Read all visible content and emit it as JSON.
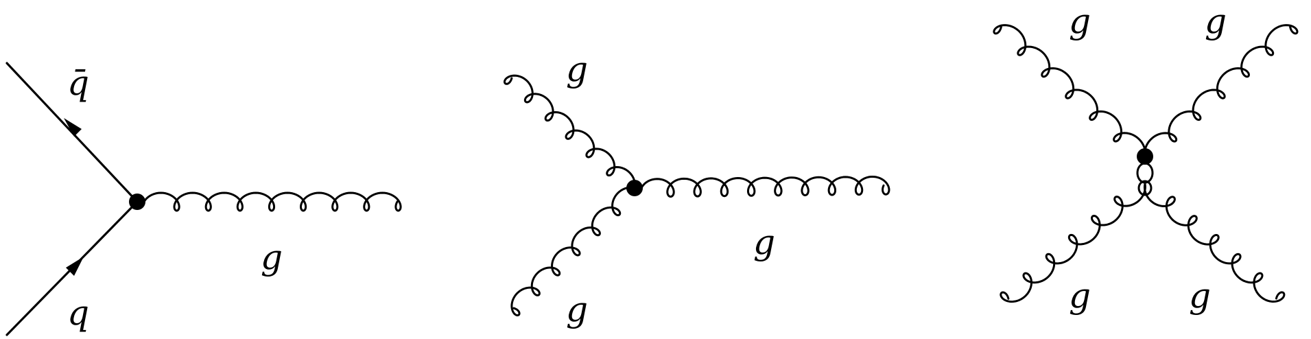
{
  "diagram": {
    "ink_color": "#000000",
    "background_color": "#ffffff",
    "vertices": [
      {
        "name": "quark-gluon-vertex",
        "labels": {
          "antiquark": "q̄",
          "quark": "q",
          "gluon": "g"
        }
      },
      {
        "name": "three-gluon-vertex",
        "labels": {
          "upper": "g",
          "lower": "g",
          "right": "g"
        }
      },
      {
        "name": "four-gluon-vertex",
        "labels": {
          "top_left": "g",
          "top_right": "g",
          "bottom_left": "g",
          "bottom_right": "g"
        }
      }
    ]
  }
}
